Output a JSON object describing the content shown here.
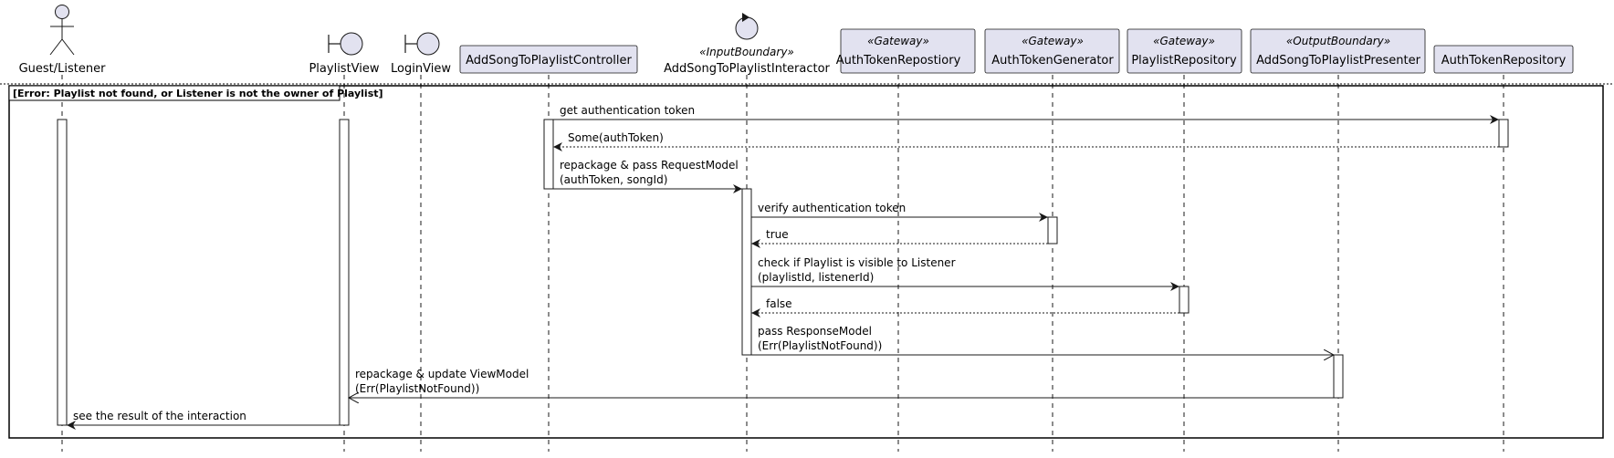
{
  "participants": [
    {
      "id": "listener",
      "kind": "actor",
      "label": "Guest/Listener",
      "stereotype": ""
    },
    {
      "id": "playlist_view",
      "kind": "boundary",
      "label": "PlaylistView",
      "stereotype": ""
    },
    {
      "id": "login_view",
      "kind": "boundary",
      "label": "LoginView",
      "stereotype": ""
    },
    {
      "id": "controller",
      "kind": "box",
      "label": "AddSongToPlaylistController",
      "stereotype": ""
    },
    {
      "id": "interactor",
      "kind": "control",
      "label": "AddSongToPlaylistInteractor",
      "stereotype": "«InputBoundary»"
    },
    {
      "id": "auth_repo_gw",
      "kind": "box",
      "label": "AuthTokenRepostiory",
      "stereotype": "«Gateway»"
    },
    {
      "id": "auth_gen",
      "kind": "box",
      "label": "AuthTokenGenerator",
      "stereotype": "«Gateway»"
    },
    {
      "id": "playlist_repo",
      "kind": "box",
      "label": "PlaylistRepository",
      "stereotype": "«Gateway»"
    },
    {
      "id": "presenter",
      "kind": "box",
      "label": "AddSongToPlaylistPresenter",
      "stereotype": "«OutputBoundary»"
    },
    {
      "id": "auth_repo",
      "kind": "box",
      "label": "AuthTokenRepository",
      "stereotype": ""
    }
  ],
  "frame": {
    "title": "[Error: Playlist not found, or Listener is not the owner of Playlist]"
  },
  "messages": [
    {
      "from": "controller",
      "to": "auth_repo",
      "style": "sync",
      "lines": [
        "get authentication token"
      ]
    },
    {
      "from": "auth_repo",
      "to": "controller",
      "style": "return",
      "lines": [
        "Some(authToken)"
      ]
    },
    {
      "from": "controller",
      "to": "interactor",
      "style": "sync",
      "lines": [
        "repackage & pass RequestModel",
        "(authToken, songId)"
      ]
    },
    {
      "from": "interactor",
      "to": "auth_gen",
      "style": "sync",
      "lines": [
        "verify authentication token"
      ]
    },
    {
      "from": "auth_gen",
      "to": "interactor",
      "style": "return",
      "lines": [
        "true"
      ]
    },
    {
      "from": "interactor",
      "to": "playlist_repo",
      "style": "sync",
      "lines": [
        "check if Playlist is visible to Listener",
        "(playlistId, listenerId)"
      ]
    },
    {
      "from": "playlist_repo",
      "to": "interactor",
      "style": "return",
      "lines": [
        "false"
      ]
    },
    {
      "from": "interactor",
      "to": "presenter",
      "style": "async",
      "lines": [
        "pass ResponseModel",
        "(Err(PlaylistNotFound))"
      ]
    },
    {
      "from": "presenter",
      "to": "playlist_view",
      "style": "async",
      "lines": [
        "repackage & update ViewModel",
        "(Err(PlaylistNotFound))"
      ]
    },
    {
      "from": "playlist_view",
      "to": "listener",
      "style": "sync",
      "lines": [
        "see the result of the interaction"
      ]
    }
  ],
  "colors": {
    "participant_fill": "#E2E2F0",
    "participant_stroke": "#181818",
    "lifeline": "#181818",
    "activation_fill": "#FFFFFF",
    "line": "#181818",
    "background": "#FFFFFF"
  }
}
